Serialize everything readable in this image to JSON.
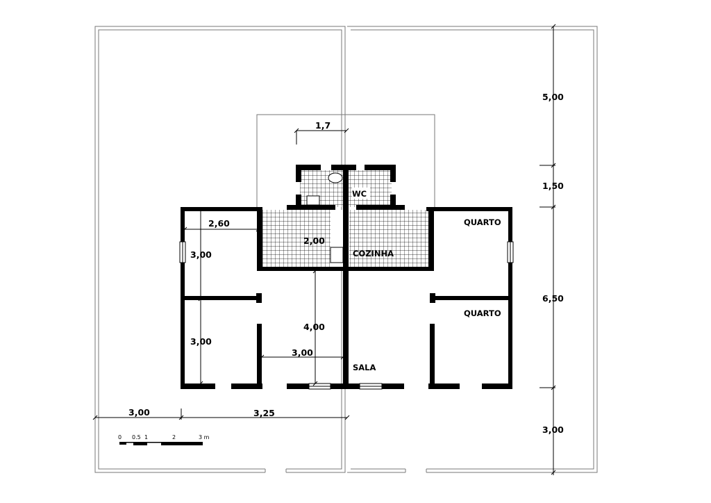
{
  "rooms": {
    "wc": "WC",
    "cozinha": "COZINHA",
    "sala": "SALA",
    "quarto_top": "QUARTO",
    "quarto_bottom": "QUARTO"
  },
  "dimensions": {
    "wc_width": "1,7",
    "left_room_width": "2,60",
    "kitchen_width": "2,00",
    "left_room_top_depth": "3,00",
    "left_room_bottom_depth": "3,00",
    "living_depth": "4,00",
    "living_width": "3,00",
    "front_setback_left": "3,00",
    "house_half_width": "3,25",
    "rear_setback": "5,00",
    "wc_depth": "1,50",
    "house_depth": "6,50",
    "front_setback": "3,00"
  },
  "scale_bar": {
    "ticks": [
      "0",
      "0.5",
      "1",
      "2",
      "3 m"
    ]
  },
  "colors": {
    "wall": "#000000",
    "line": "#000000",
    "lot": "#777777"
  }
}
